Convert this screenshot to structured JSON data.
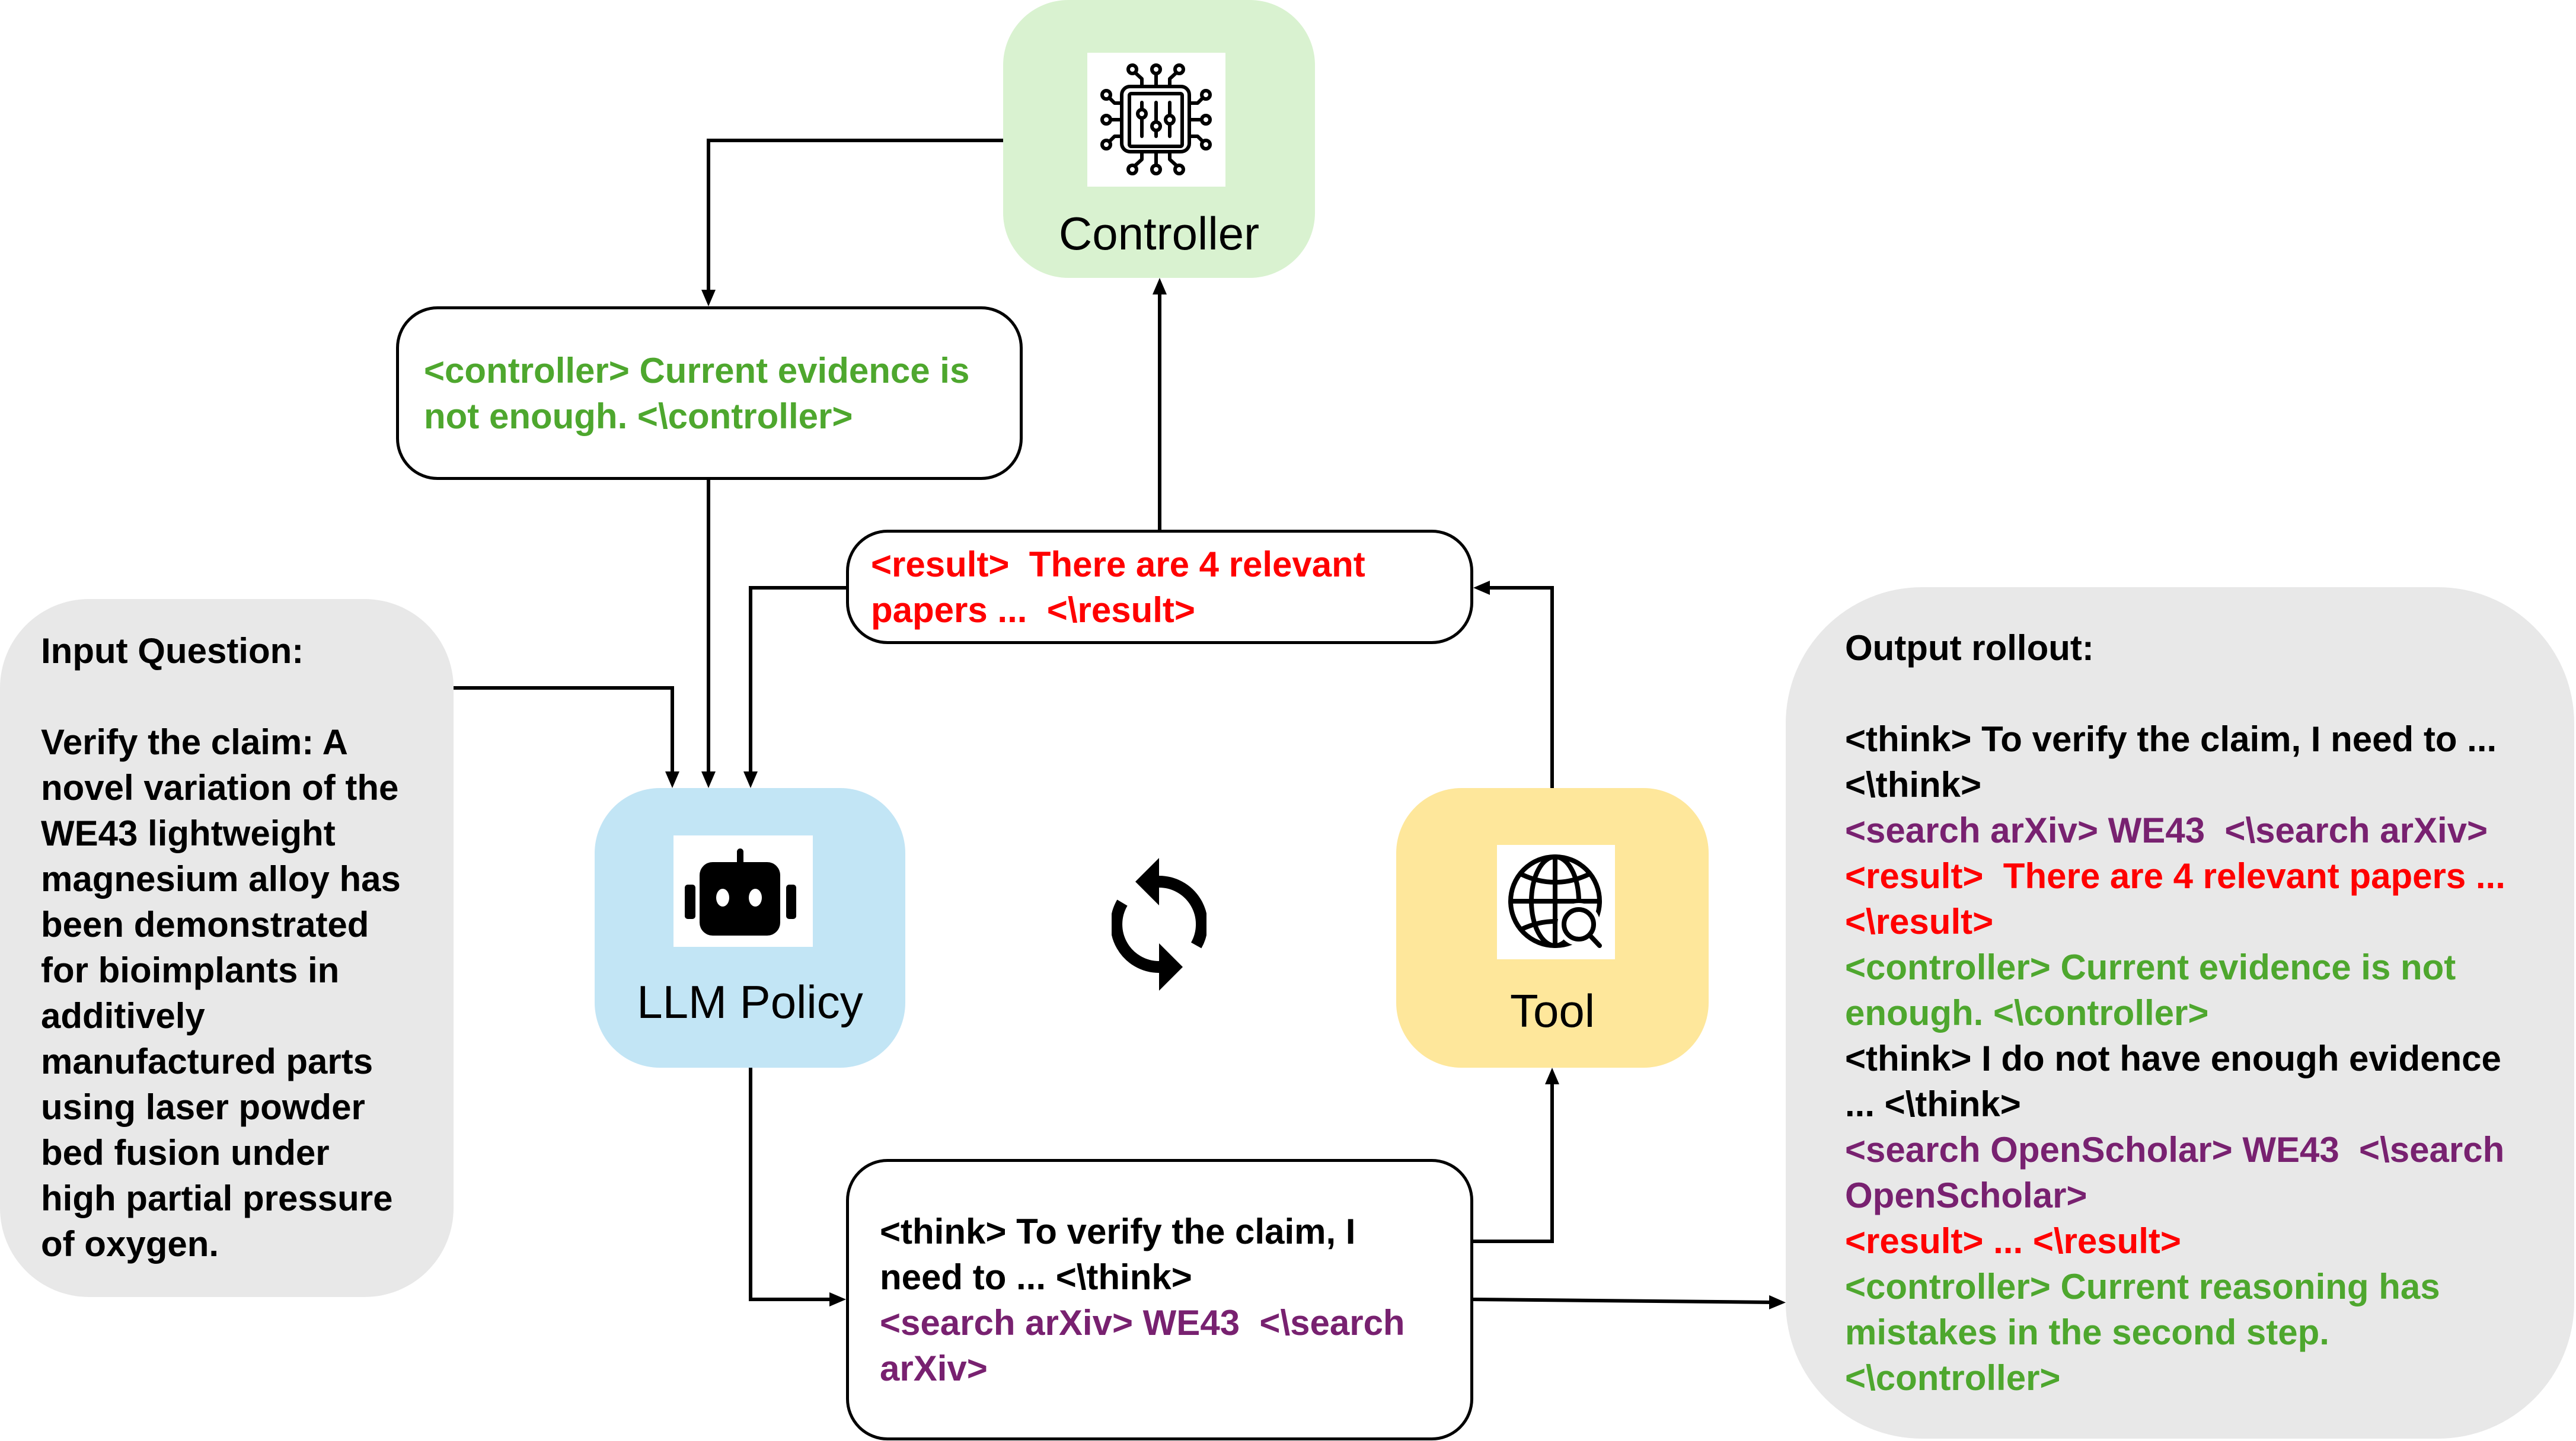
{
  "colors": {
    "text_roles": {
      "plain": "#000000",
      "think": "#000000",
      "search": "#782170",
      "result": "#ff0000",
      "controller": "#4ea72e"
    },
    "nodes": {
      "controller": "#d9f2d0",
      "llm_policy": "#c2e5f5",
      "tool": "#fee79b",
      "panel": "#e8e8e8"
    }
  },
  "nodes": {
    "controller": {
      "label": "Controller",
      "icon": "chip-sliders-icon"
    },
    "llm_policy": {
      "label": "LLM Policy",
      "icon": "robot-icon"
    },
    "tool": {
      "label": "Tool",
      "icon": "globe-search-icon"
    }
  },
  "loop_icon": "refresh-cycle-icon",
  "messages": {
    "controller_feedback": {
      "lines": [
        {
          "role": "controller",
          "text": "<controller> Current evidence is"
        },
        {
          "role": "controller",
          "text": "not enough. <\\controller>"
        }
      ]
    },
    "tool_result": {
      "lines": [
        {
          "role": "result",
          "text": "<result>  There are 4 relevant"
        },
        {
          "role": "result",
          "text": "papers ...  <\\result>"
        }
      ]
    },
    "policy_action": {
      "lines": [
        {
          "role": "think",
          "text": "<think> To verify the claim, I"
        },
        {
          "role": "think",
          "text": "need to ... <\\think>"
        },
        {
          "role": "search",
          "text": "<search arXiv> WE43  <\\search"
        },
        {
          "role": "search",
          "text": "arXiv>"
        }
      ]
    }
  },
  "input_question": {
    "title": "Input Question:",
    "lines": [
      "Verify the claim: A",
      "novel variation of the",
      "WE43 lightweight",
      "magnesium alloy has",
      "been demonstrated",
      "for bioimplants in",
      "additively",
      "manufactured parts",
      "using laser powder",
      "bed fusion under",
      "high partial pressure",
      "of oxygen."
    ]
  },
  "output_rollout": {
    "title": "Output rollout:",
    "lines": [
      {
        "role": "think",
        "text": "<think> To verify the claim, I need to ..."
      },
      {
        "role": "think",
        "text": "<\\think>"
      },
      {
        "role": "search",
        "text": "<search arXiv> WE43  <\\search arXiv>"
      },
      {
        "role": "result",
        "text": "<result>  There are 4 relevant papers ..."
      },
      {
        "role": "result",
        "text": "<\\result>"
      },
      {
        "role": "controller",
        "text": "<controller> Current evidence is not"
      },
      {
        "role": "controller",
        "text": "enough. <\\controller>"
      },
      {
        "role": "think",
        "text": "<think> I do not have enough evidence"
      },
      {
        "role": "think",
        "text": "... <\\think>"
      },
      {
        "role": "search",
        "text": "<search OpenScholar> WE43  <\\search"
      },
      {
        "role": "search",
        "text": "OpenScholar>"
      },
      {
        "role": "result",
        "text": "<result> ... <\\result>"
      },
      {
        "role": "controller",
        "text": "<controller> Current reasoning has"
      },
      {
        "role": "controller",
        "text": "mistakes in the second step."
      },
      {
        "role": "controller",
        "text": "<\\controller>"
      }
    ]
  }
}
